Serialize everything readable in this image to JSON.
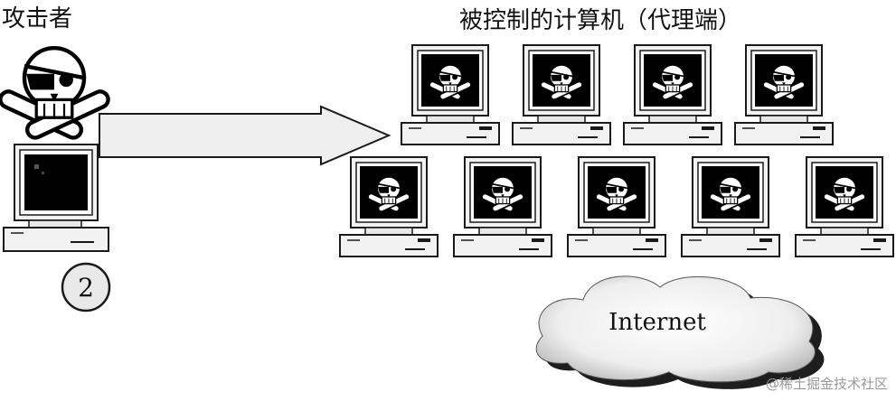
{
  "attacker": {
    "label": "攻击者"
  },
  "proxies": {
    "label": "被控制的计算机（代理端）"
  },
  "step": {
    "number": "2"
  },
  "cloud": {
    "label": "Internet"
  },
  "watermark": {
    "text": "@稀土掘金技术社区"
  },
  "colors": {
    "stroke": "#1a1a1a",
    "screen": "#000000",
    "arrow_fill": "#efefef",
    "cloud_fill": "#f4f4f4",
    "shadow": "#222222"
  }
}
